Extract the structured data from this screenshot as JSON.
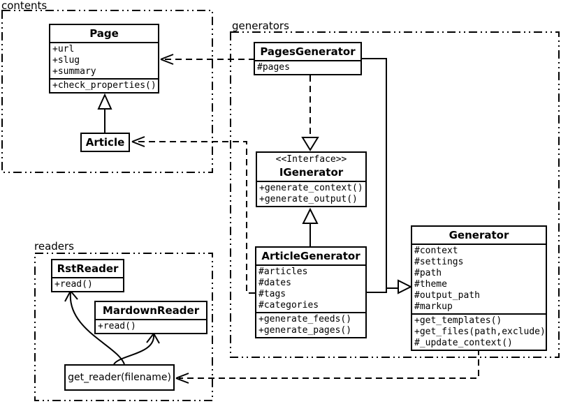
{
  "diagram": {
    "background_color": "#ffffff",
    "line_color": "#000000",
    "box_fill_color": "#ffffff"
  },
  "packages": {
    "contents": {
      "label": "contents"
    },
    "generators": {
      "label": "generators"
    },
    "readers": {
      "label": "readers"
    }
  },
  "classes": {
    "page": {
      "title": "Page",
      "attributes": [
        "+url",
        "+slug",
        "+summary"
      ],
      "methods": [
        "+check_properties()"
      ]
    },
    "article": {
      "title": "Article"
    },
    "pages_generator": {
      "title": "PagesGenerator",
      "attributes": [
        "#pages"
      ]
    },
    "igenerator": {
      "stereotype": "<<Interface>>",
      "title": "IGenerator",
      "methods": [
        "+generate_context()",
        "+generate_output()"
      ]
    },
    "article_generator": {
      "title": "ArticleGenerator",
      "attributes": [
        "#articles",
        "#dates",
        "#tags",
        "#categories"
      ],
      "methods": [
        "+generate_feeds()",
        "+generate_pages()"
      ]
    },
    "generator": {
      "title": "Generator",
      "attributes": [
        "#context",
        "#settings",
        "#path",
        "#theme",
        "#output_path",
        "#markup"
      ],
      "methods": [
        "+get_templates()",
        "+get_files(path,exclude)",
        "#_update_context()"
      ]
    },
    "rst_reader": {
      "title": "RstReader",
      "methods": [
        "+read()"
      ]
    },
    "mardown_reader": {
      "title": "MardownReader",
      "methods": [
        "+read()"
      ]
    },
    "get_reader": {
      "label": "get_reader(filename)"
    }
  },
  "relationships": [
    {
      "type": "inheritance",
      "from": "Article",
      "to": "Page"
    },
    {
      "type": "dependency",
      "from": "PagesGenerator",
      "to": "Page"
    },
    {
      "type": "dependency",
      "from": "ArticleGenerator",
      "to": "Article"
    },
    {
      "type": "realization",
      "from": "PagesGenerator",
      "to": "IGenerator"
    },
    {
      "type": "inheritance",
      "from": "ArticleGenerator",
      "to": "IGenerator"
    },
    {
      "type": "inheritance",
      "from": "PagesGenerator",
      "to": "Generator"
    },
    {
      "type": "inheritance",
      "from": "ArticleGenerator",
      "to": "Generator"
    },
    {
      "type": "dependency",
      "from": "Generator",
      "to": "get_reader(filename)"
    },
    {
      "type": "arrow",
      "from": "get_reader(filename)",
      "to": "RstReader"
    },
    {
      "type": "arrow",
      "from": "get_reader(filename)",
      "to": "MardownReader"
    }
  ]
}
